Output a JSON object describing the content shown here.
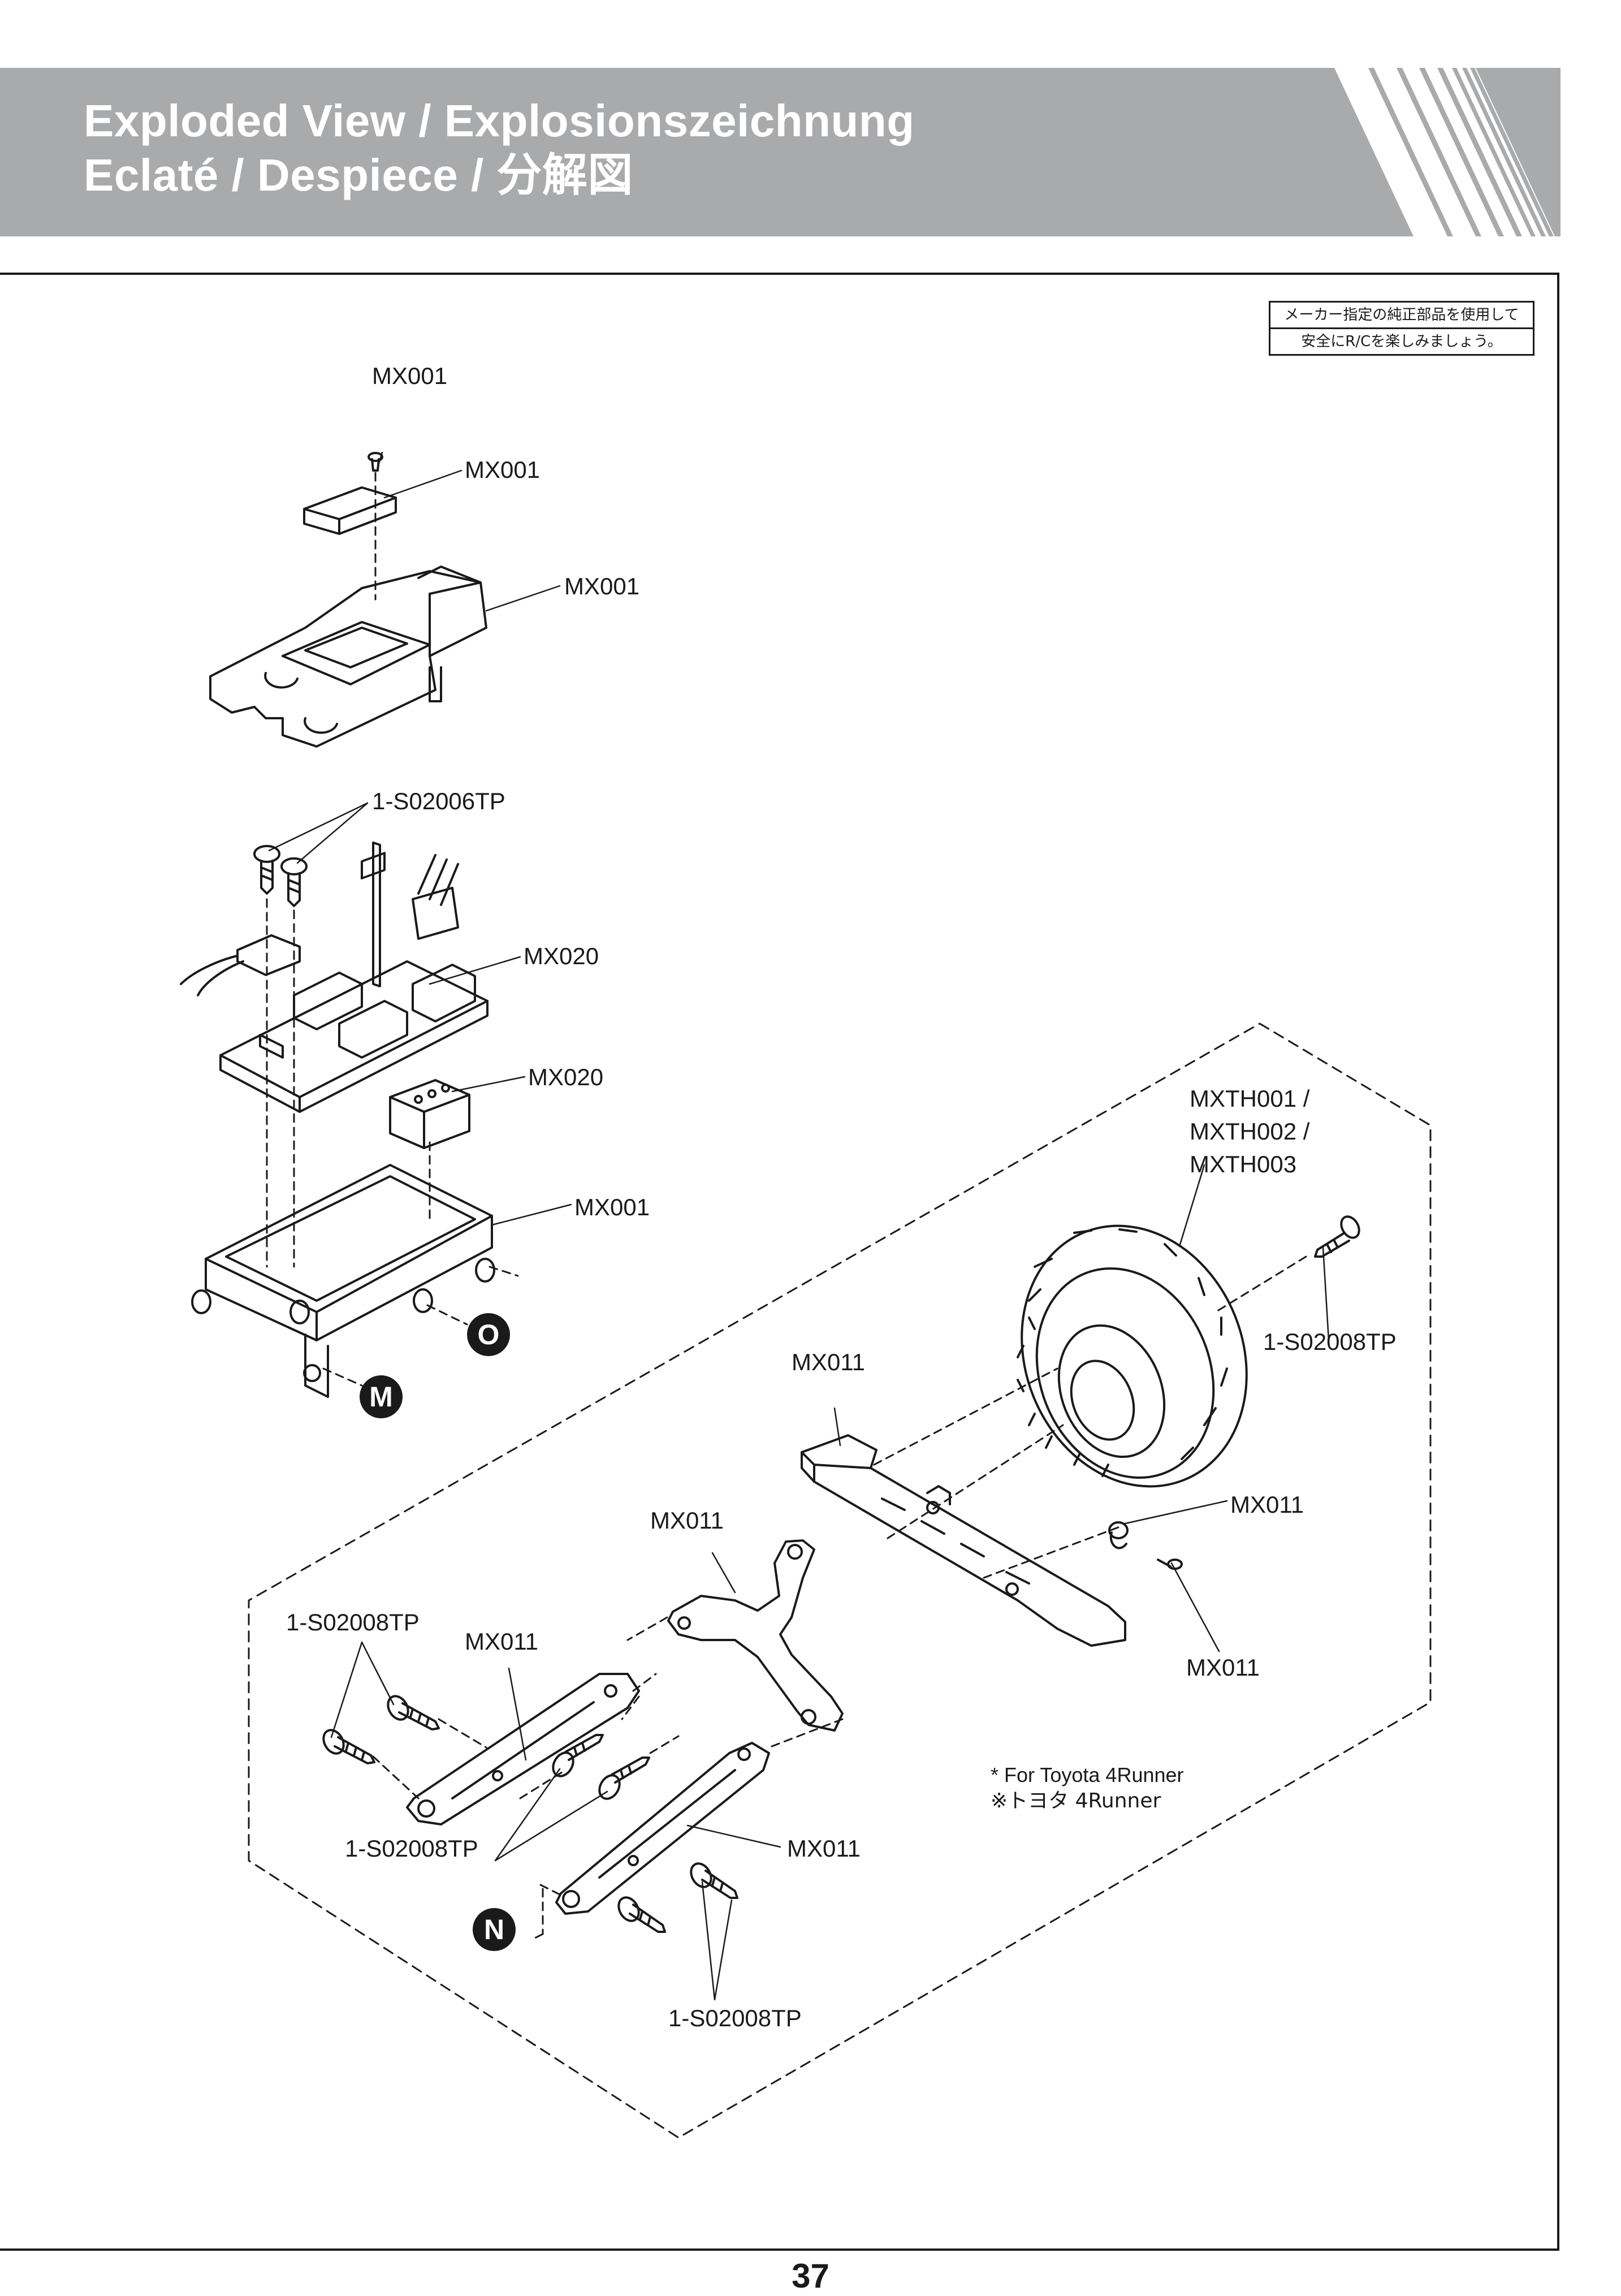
{
  "header": {
    "title_line1": "Exploded View  /  Explosionszeichnung",
    "title_line2": "Eclaté  /  Despiece  /  分解図"
  },
  "notice": {
    "line1": "メーカー指定の純正部品を使用して",
    "line2": "安全にR/Cを楽しみましょう。"
  },
  "labels": {
    "top_screw": "MX001",
    "receiver_cover": "MX001",
    "upper_case": "MX001",
    "screws_upper": "1-S02006TP",
    "receiver_board": "MX020",
    "connector": "MX020",
    "lower_case": "MX001",
    "tire": "MXTH001 /\nMXTH002 /\nMXTH003",
    "tire_screw": "1-S02008TP",
    "bumper": "MX011",
    "hitch": "MX011",
    "hitch_pin": "MX011",
    "tire_mount": "MX011",
    "screws_left": "1-S02008TP",
    "arm_left": "MX011",
    "screws_middle": "1-S02008TP",
    "arm_right": "MX011",
    "screws_bottom": "1-S02008TP"
  },
  "markers": {
    "o": "O",
    "m": "M",
    "n": "N"
  },
  "note": {
    "line1": "* For Toyota 4Runner",
    "line2": "※トヨタ 4Runner"
  },
  "page_number": "37",
  "colors": {
    "header_bg": "#a9aaac",
    "header_text": "#ffffff",
    "line": "#1a1a1a"
  }
}
